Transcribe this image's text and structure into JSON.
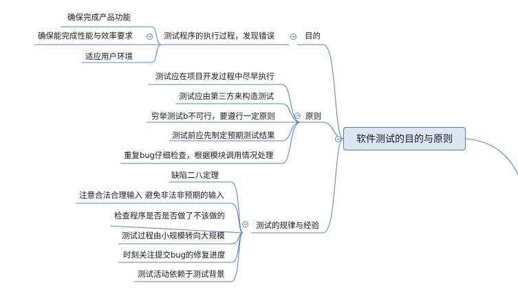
{
  "root": {
    "label": "软件测试的目的与原则"
  },
  "branches": [
    {
      "label": "目的",
      "children": [
        {
          "label": "测试程序的执行过程，发现错误",
          "children": [
            "确保完成产品功能",
            "确保能完成性能与效率要求",
            "适应用户环境"
          ]
        }
      ]
    },
    {
      "label": "原则",
      "children": [
        {
          "label": "测试应在项目开发过程中尽早执行"
        },
        {
          "label": "测试应由第三方来构造测试"
        },
        {
          "label": "穷举测试b不可行，要遵行一定原则"
        },
        {
          "label": "测试前应先制定预期测试结果"
        },
        {
          "label": "重复bug仔细检查，根据模块调用情况处理"
        }
      ]
    },
    {
      "label": "测试的规律与经验",
      "children": [
        {
          "label": "缺陷二八定理"
        },
        {
          "label": "注意合法合理输入 避免非法非预期的输入"
        },
        {
          "label": "检查程序是否是否做了不该做的"
        },
        {
          "label": "测试过程由小规模转向大规模"
        },
        {
          "label": "时刻关注提交bug的修复进度"
        },
        {
          "label": "测试活动依赖于测试背景"
        }
      ]
    }
  ],
  "colors": {
    "line": "#5b86c4",
    "root_fill": "#dce6f3",
    "root_border": "#4a78b8"
  }
}
